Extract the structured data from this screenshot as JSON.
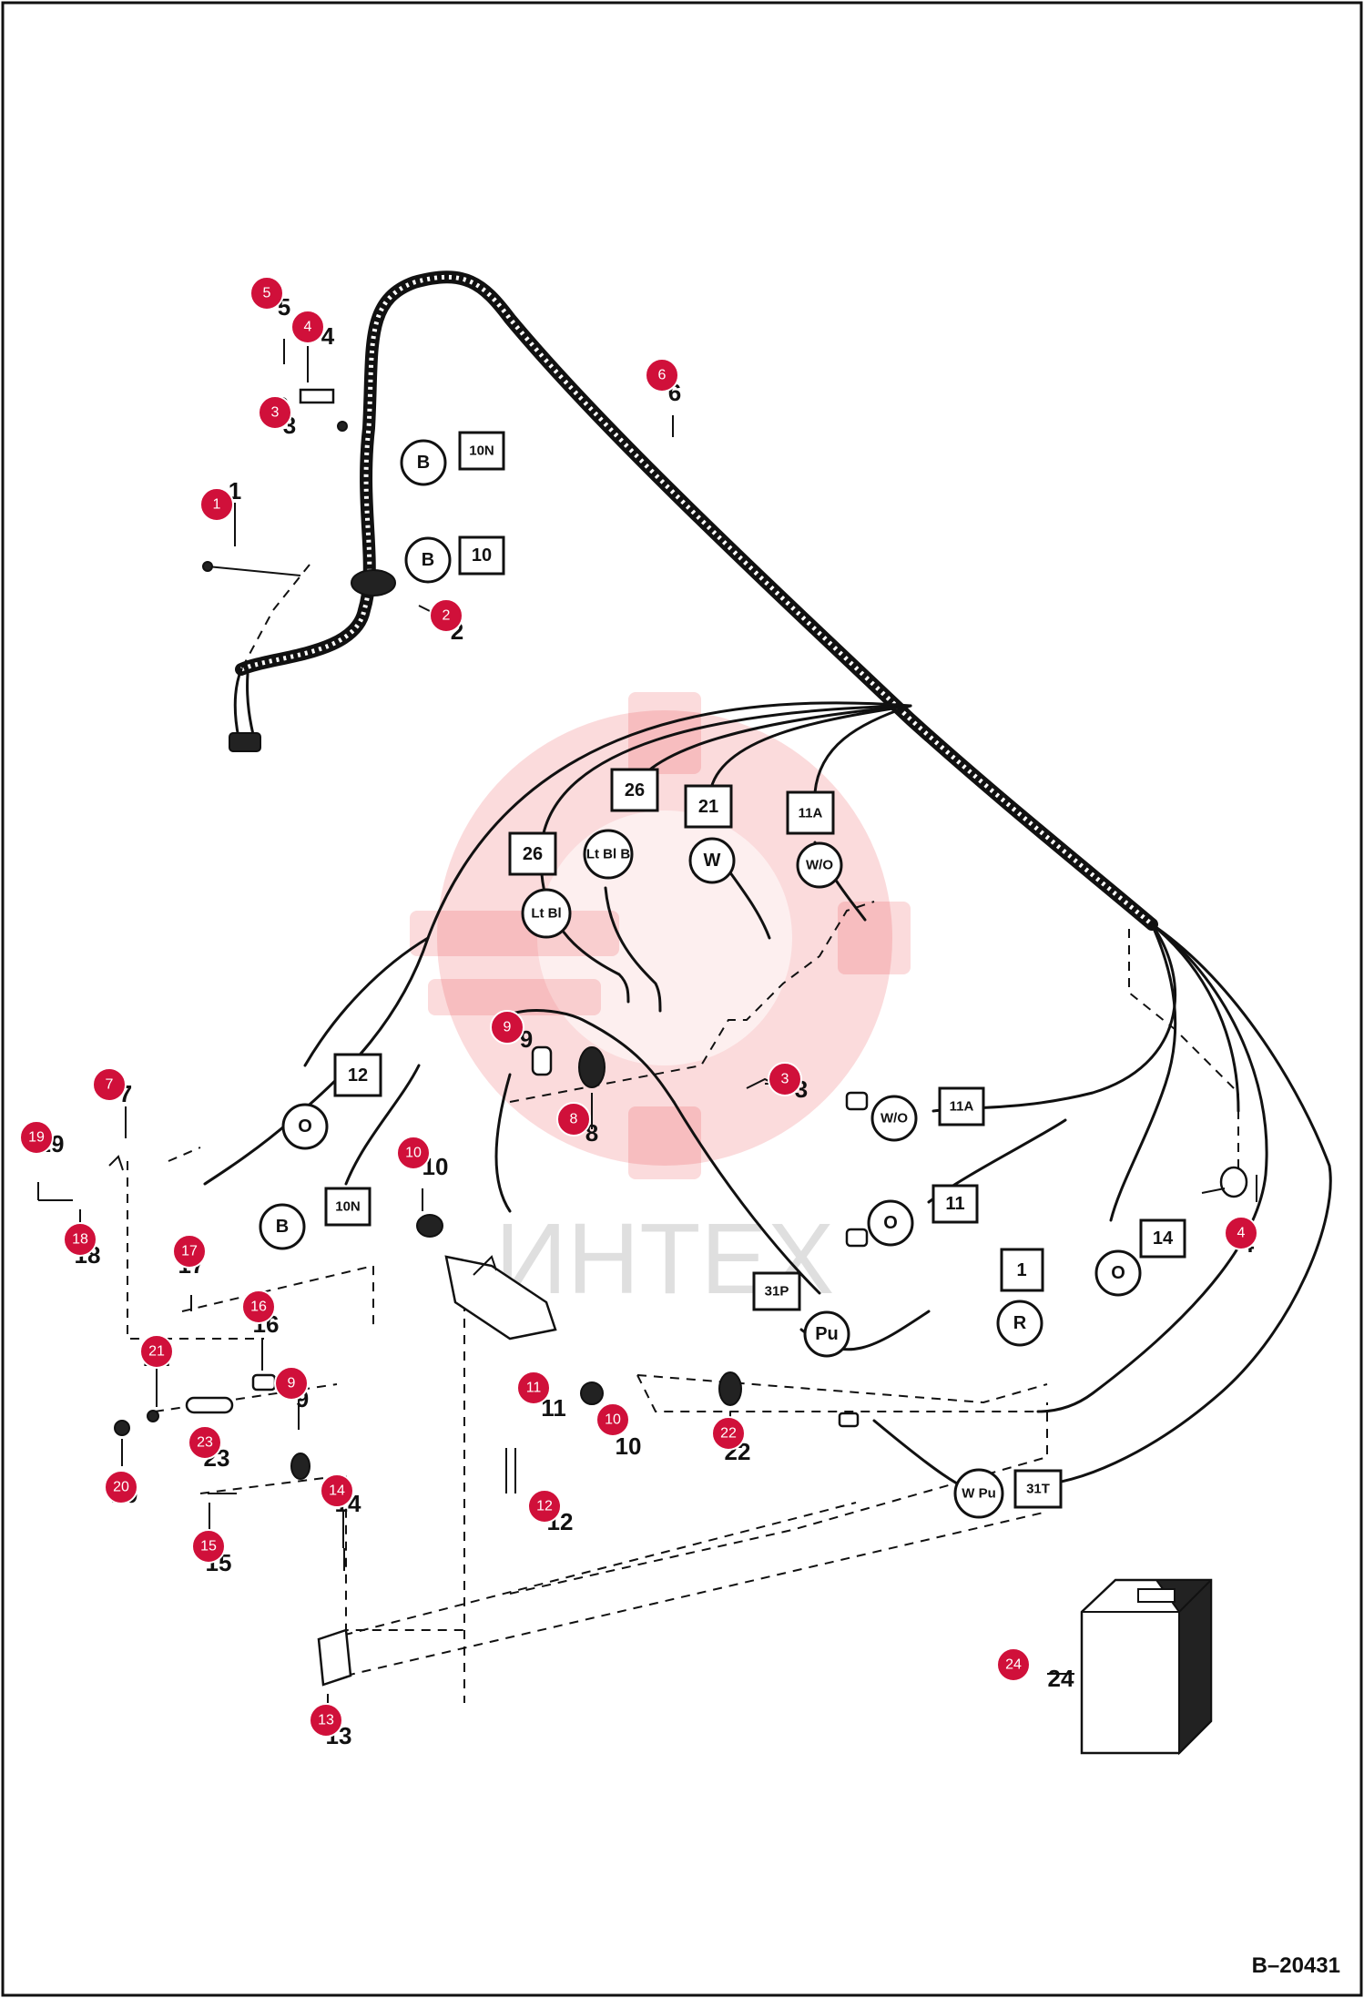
{
  "figure_id": "B–20431",
  "watermark_text": "ИНТЕХ",
  "callouts": [
    "1",
    "2",
    "3",
    "4",
    "5",
    "6",
    "7",
    "8",
    "9",
    "10",
    "11",
    "12",
    "13",
    "14",
    "15",
    "16",
    "17",
    "18",
    "19",
    "20",
    "21",
    "22",
    "23",
    "24",
    "3",
    "4",
    "9",
    "10"
  ],
  "ref_labels": [
    "1",
    "2",
    "3",
    "4",
    "5",
    "6",
    "7",
    "8",
    "9",
    "10",
    "11",
    "12",
    "13",
    "14",
    "15",
    "16",
    "17",
    "18",
    "19",
    "20",
    "21",
    "22",
    "23",
    "24",
    "3",
    "4",
    "9",
    "10"
  ],
  "wire_tags": {
    "square": [
      "10N",
      "10",
      "26",
      "26",
      "21",
      "11A",
      "12",
      "10N",
      "11A",
      "11",
      "31P",
      "1",
      "14",
      "31T"
    ],
    "round": [
      "B",
      "B",
      "Lt Bl",
      "Lt Bl B",
      "W",
      "W/O",
      "O",
      "B",
      "W/O",
      "O",
      "Pu",
      "R",
      "O",
      "W Pu"
    ]
  }
}
